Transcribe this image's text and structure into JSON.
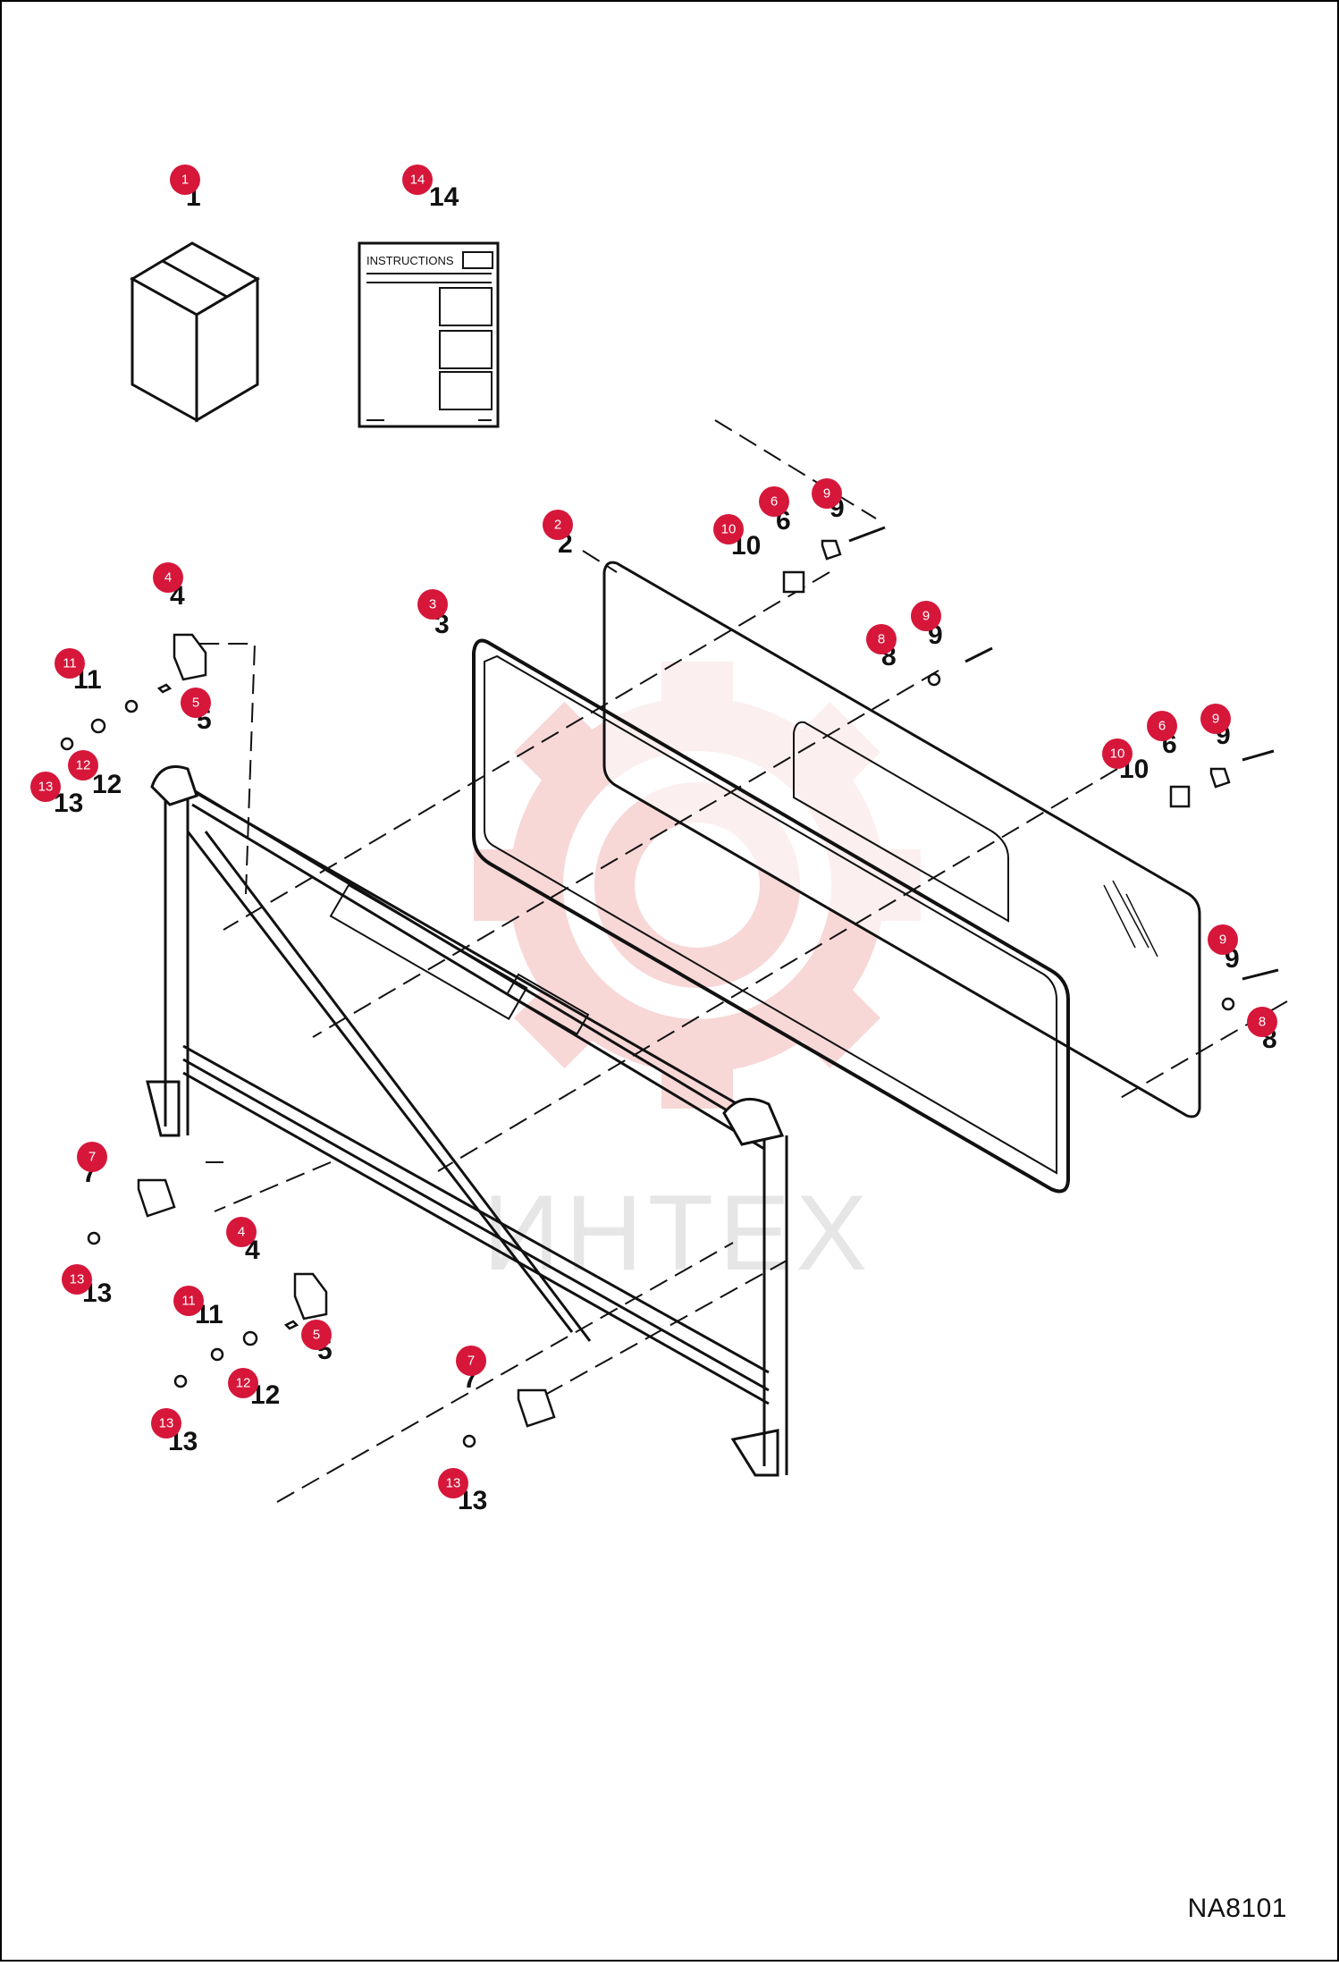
{
  "diagram": {
    "drawing_code": "NA8101",
    "watermark_text": "ИНТЕХ",
    "instructions_label": "INSTRUCTIONS",
    "callout_color": "#d6173a",
    "watermark_color": "#f4b8b8",
    "callouts": [
      {
        "id": "1"
      },
      {
        "id": "14"
      },
      {
        "id": "2"
      },
      {
        "id": "3"
      },
      {
        "id": "4"
      },
      {
        "id": "5"
      },
      {
        "id": "6"
      },
      {
        "id": "6"
      },
      {
        "id": "7"
      },
      {
        "id": "7"
      },
      {
        "id": "8"
      },
      {
        "id": "8"
      },
      {
        "id": "9"
      },
      {
        "id": "9"
      },
      {
        "id": "9"
      },
      {
        "id": "9"
      },
      {
        "id": "10"
      },
      {
        "id": "10"
      },
      {
        "id": "11"
      },
      {
        "id": "11"
      },
      {
        "id": "12"
      },
      {
        "id": "12"
      },
      {
        "id": "13"
      },
      {
        "id": "13"
      },
      {
        "id": "13"
      },
      {
        "id": "13"
      },
      {
        "id": "4"
      },
      {
        "id": "5"
      }
    ],
    "part_numbers": [
      "1",
      "14",
      "2",
      "3",
      "4",
      "5",
      "11",
      "12",
      "13",
      "6",
      "9",
      "10",
      "8",
      "9",
      "6",
      "9",
      "10",
      "9",
      "8",
      "7",
      "13",
      "4",
      "11",
      "5",
      "12",
      "13",
      "7",
      "13"
    ]
  }
}
